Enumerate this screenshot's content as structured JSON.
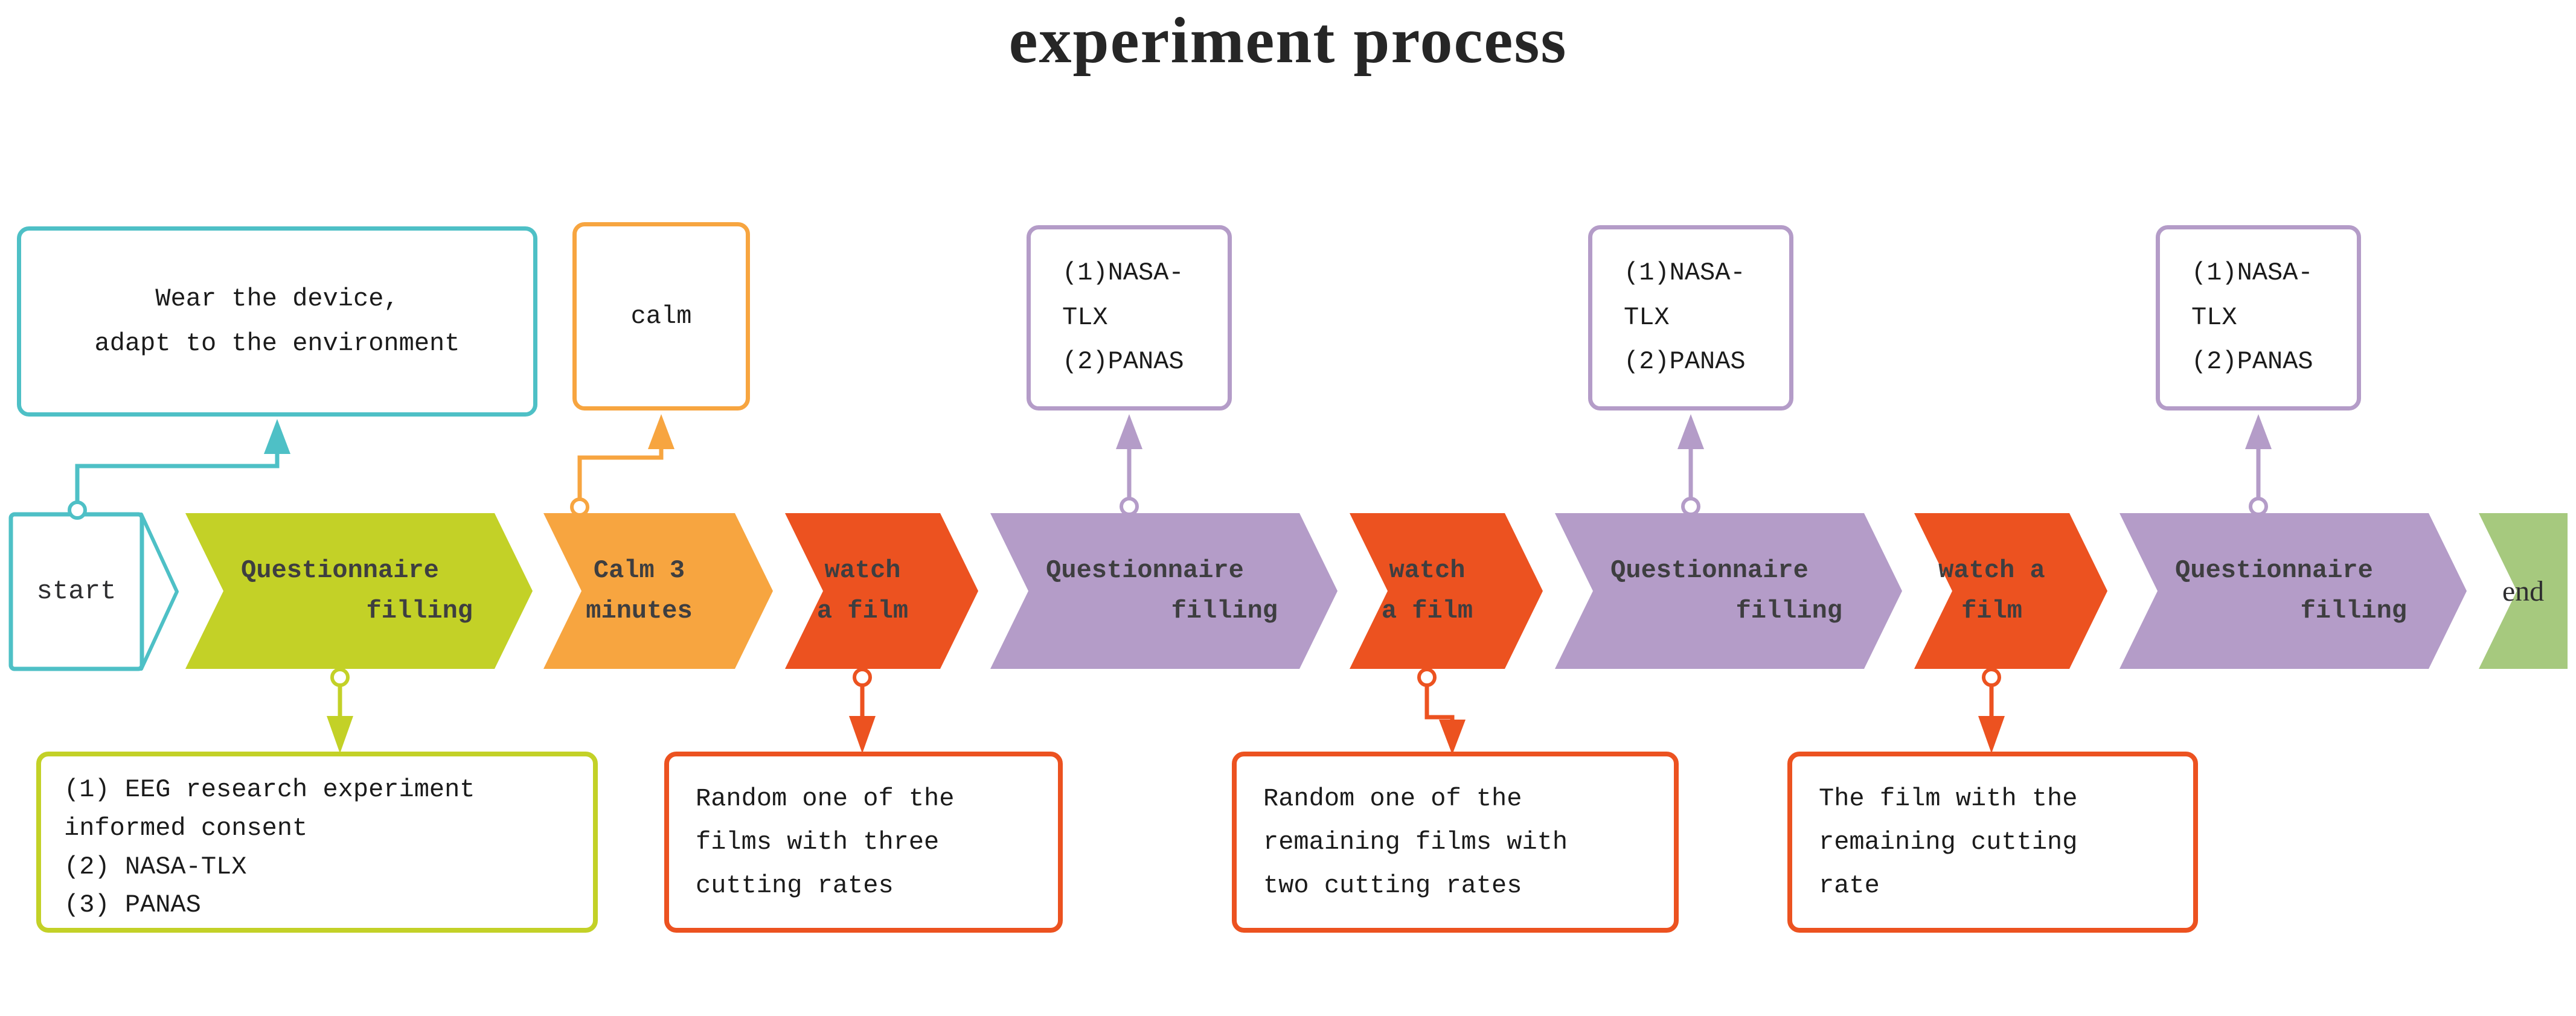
{
  "title": "experiment process",
  "colors": {
    "teal": "#4EC0C6",
    "yellow_green": "#C3D127",
    "orange": "#F7A540",
    "red_orange": "#EC5220",
    "purple": "#B49CC8",
    "green": "#A6C97E"
  },
  "flow": {
    "start_label": "start",
    "end_label": "end",
    "steps": [
      {
        "id": "questionnaire-1",
        "line1": "Questionnaire",
        "line2": "filling"
      },
      {
        "id": "calm",
        "line1": "Calm 3",
        "line2": "minutes"
      },
      {
        "id": "watch-film-1",
        "line1": "watch",
        "line2": "a film"
      },
      {
        "id": "questionnaire-2",
        "line1": "Questionnaire",
        "line2": "filling"
      },
      {
        "id": "watch-film-2",
        "line1": "watch",
        "line2": "a film"
      },
      {
        "id": "questionnaire-3",
        "line1": "Questionnaire",
        "line2": "filling"
      },
      {
        "id": "watch-film-3",
        "line1": "watch a",
        "line2": "film"
      },
      {
        "id": "questionnaire-4",
        "line1": "Questionnaire",
        "line2": "filling"
      }
    ]
  },
  "notes": {
    "prepare": "Wear the device,\nadapt to the environment",
    "calm": "calm",
    "questionnaire_post": "(1)NASA-TLX\n(2)PANAS",
    "consent": "(1) EEG research experiment\ninformed consent\n(2) NASA-TLX\n(3) PANAS",
    "film1": "Random one of the\nfilms with three\ncutting rates",
    "film2": "Random one of the\nremaining films with\ntwo cutting rates",
    "film3": "The film with the\nremaining cutting\nrate"
  }
}
